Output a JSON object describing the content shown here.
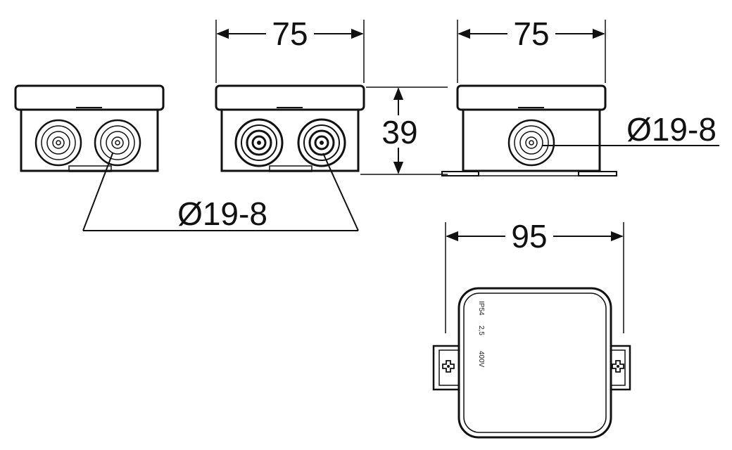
{
  "drawing": {
    "dimensions": {
      "front_width": "75",
      "side_width": "75",
      "height": "39",
      "cable_entry_pair": "Ø19-8",
      "cable_entry_side": "Ø19-8",
      "top_width": "95"
    },
    "lid_markings": {
      "ip_rating": "IP54",
      "cross_section": "2,5",
      "voltage": "400V"
    }
  }
}
